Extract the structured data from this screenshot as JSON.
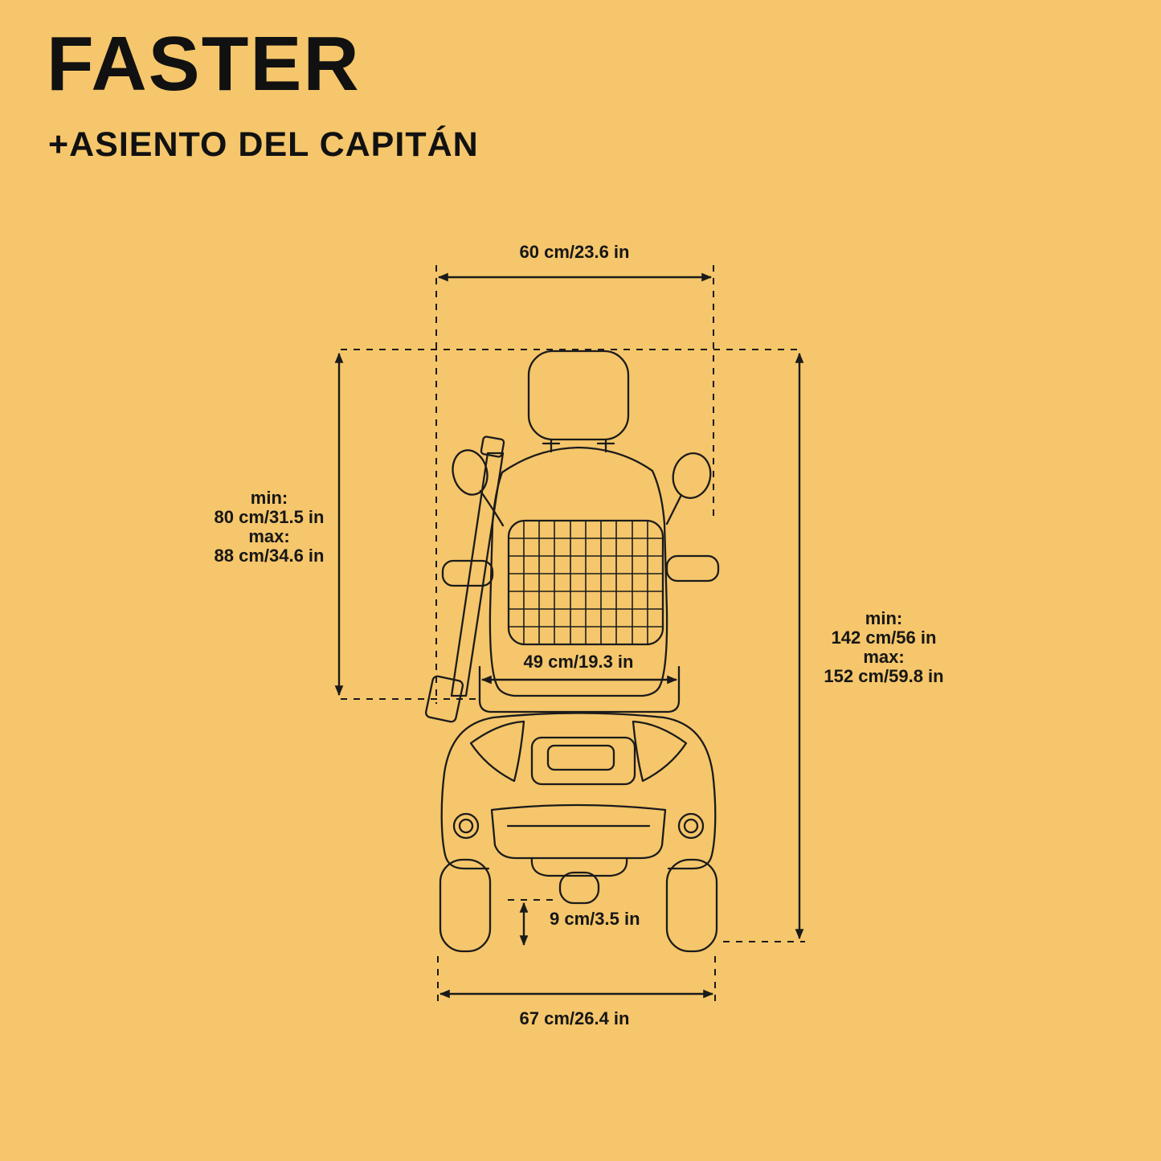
{
  "title": "FASTER",
  "subtitle": "+ASIENTO DEL CAPITÁN",
  "colors": {
    "background": "#F5C66B",
    "ink": "#1A1A1A"
  },
  "dimensions": {
    "seat_width_top": "60 cm/23.6 in",
    "backrest_height": {
      "min_label": "min:",
      "min_value": "80 cm/31.5 in",
      "max_label": "max:",
      "max_value": "88 cm/34.6 in"
    },
    "seat_width_inner": "49 cm/19.3 in",
    "overall_height": {
      "min_label": "min:",
      "min_value": "142 cm/56 in",
      "max_label": "max:",
      "max_value": "152 cm/59.8 in"
    },
    "ground_clearance": "9 cm/3.5 in",
    "overall_width": "67 cm/26.4 in"
  }
}
